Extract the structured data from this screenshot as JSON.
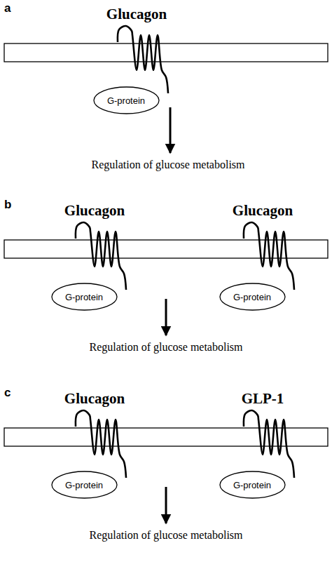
{
  "diagram": {
    "nodes": [
      {
        "text": [
          "G-protein"
        ]
      },
      {
        "text": [
          "G-protein"
        ]
      },
      {
        "text": [
          "G-protein"
        ]
      },
      {
        "text": [
          "G-protein"
        ]
      },
      {
        "text": [
          "G-protein"
        ]
      }
    ],
    "labels": [
      "a",
      "Glucagon",
      "Regulation of glucose metabolism",
      "b",
      "Glucagon",
      "Glucagon",
      "Regulation of glucose metabolism",
      "c",
      "Glucagon",
      "GLP-1",
      "Regulation of glucose metabolism"
    ]
  }
}
